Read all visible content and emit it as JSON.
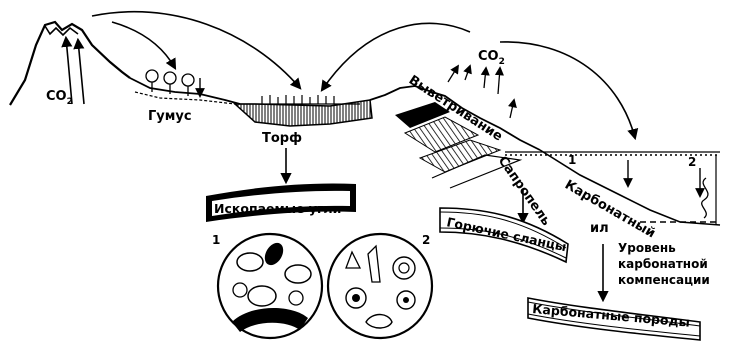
{
  "labels": {
    "co2_volcano": "CO",
    "co2_volcano_sub": "2",
    "co2_top": "CO",
    "co2_top_sub": "2",
    "humus": "Гумус",
    "peat": "Торф",
    "weathering": "Выветривание",
    "sapropel": "Сапропель",
    "carbonate_silt_1": "Карбонатный",
    "carbonate_silt_2": "ил",
    "compensation_1": "Уровень",
    "compensation_2": "карбонатной",
    "compensation_3": "компенсации",
    "fossil_coal": "Ископаемые угли",
    "oil_shale": "Горючие сланцы",
    "carbonate_rocks": "Карбонатные породы",
    "circle_1": "1",
    "circle_2": "2",
    "sea_level_1": "1",
    "sea_level_2": "2"
  }
}
